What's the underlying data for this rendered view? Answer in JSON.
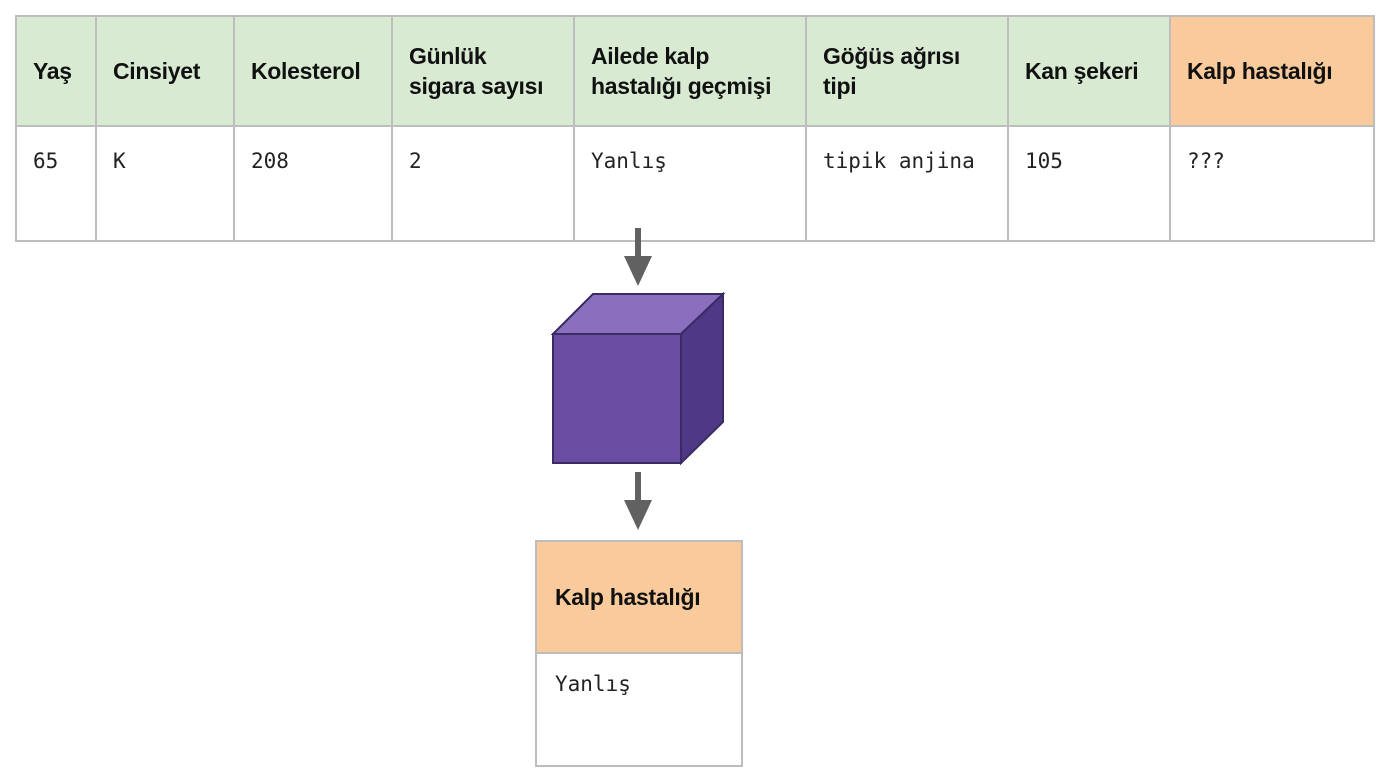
{
  "input_table": {
    "headers": [
      "Yaş",
      "Cinsiyet",
      "Kolesterol",
      "Günlük sigara sayısı",
      "Ailede kalp hastalığı geçmişi",
      "Göğüs ağrısı tipi",
      "Kan şekeri",
      "Kalp hastalığı"
    ],
    "row": [
      "65",
      "K",
      "208",
      "2",
      "Yanlış",
      "tipik anjina",
      "105",
      "???"
    ]
  },
  "model": {
    "icon": "cube-icon"
  },
  "output_table": {
    "header": "Kalp hastalığı",
    "value": "Yanlış"
  },
  "colors": {
    "feature_header": "#d9ead3",
    "label_header": "#f9cb9c",
    "cube_front": "#6a4ca3",
    "arrow": "#616161"
  }
}
